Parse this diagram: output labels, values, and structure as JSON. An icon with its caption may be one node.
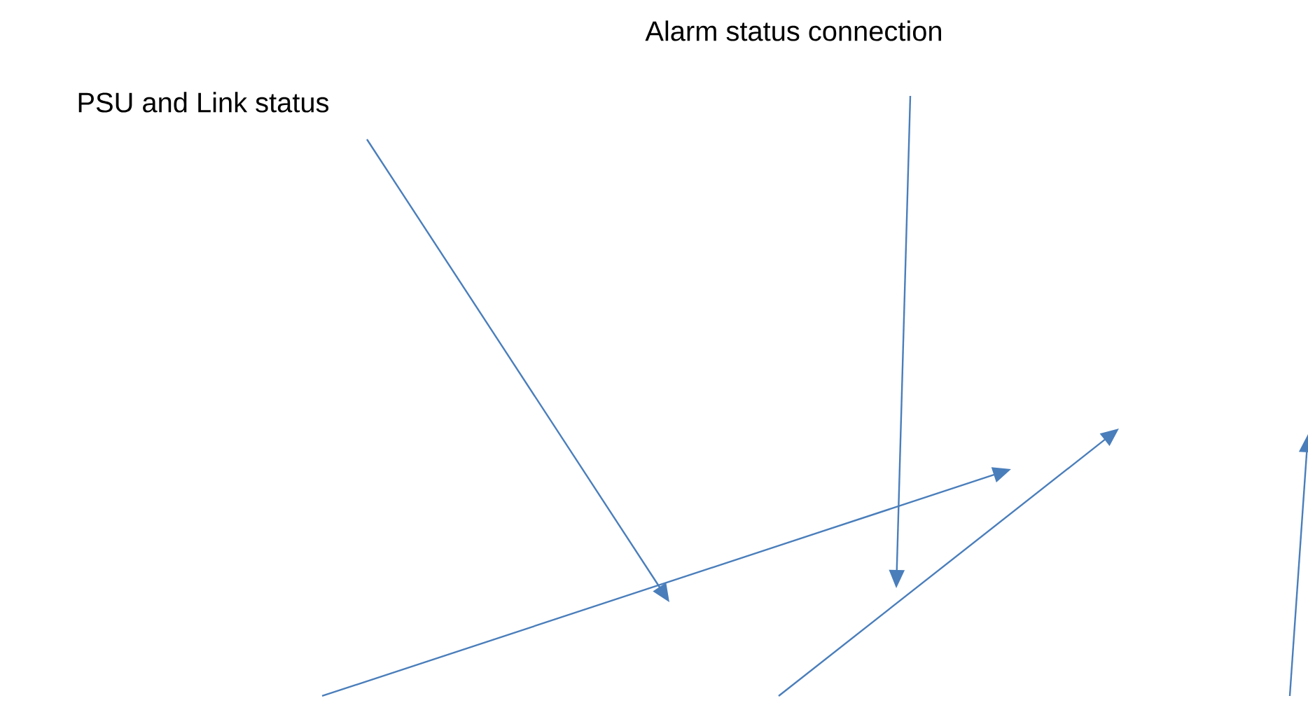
{
  "diagram": {
    "nodes": [
      {
        "text": [
          "PSU and Link status"
        ]
      },
      {
        "text": [
          "Alarm status connection"
        ]
      }
    ],
    "edges": [
      {
        "from": 0,
        "to": null,
        "arrow": "to"
      },
      {
        "from": 1,
        "to": null,
        "arrow": "to"
      }
    ]
  }
}
